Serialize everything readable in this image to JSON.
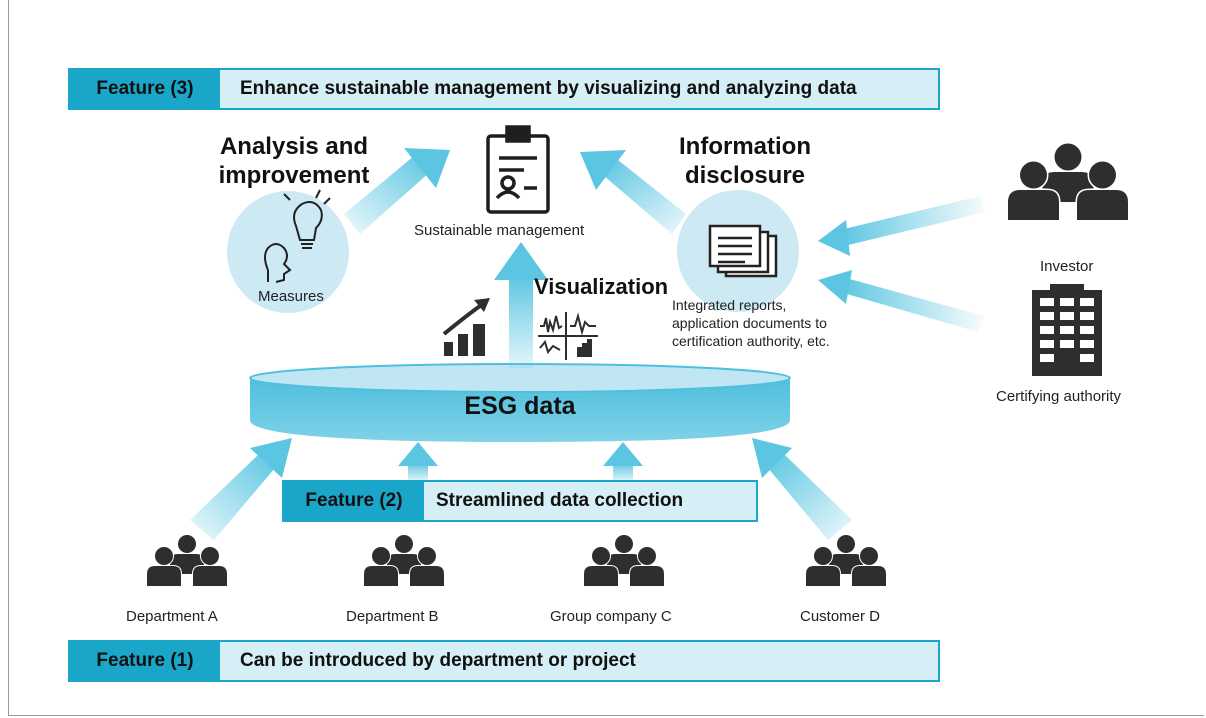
{
  "features": {
    "f3": {
      "tag": "Feature (3)",
      "text": "Enhance sustainable management by visualizing and analyzing data"
    },
    "f2": {
      "tag": "Feature (2)",
      "text": "Streamlined data collection"
    },
    "f1": {
      "tag": "Feature (1)",
      "text": "Can be introduced by department or project"
    }
  },
  "headings": {
    "analysis_line1": "Analysis and",
    "analysis_line2": "improvement",
    "disclosure_line1": "Information",
    "disclosure_line2": "disclosure",
    "visualization": "Visualization"
  },
  "labels": {
    "sustainable_management": "Sustainable management",
    "measures": "Measures",
    "esg_data": "ESG data",
    "reports_line1": "Integrated reports,",
    "reports_line2": "application documents to",
    "reports_line3": "certification authority, etc.",
    "investor": "Investor",
    "certifying_authority": "Certifying authority",
    "dept_a": "Department A",
    "dept_b": "Department B",
    "group_c": "Group company C",
    "customer_d": "Customer D"
  },
  "colors": {
    "accent": "#1aa6c9",
    "light_fill": "#d6eef6",
    "circle_fill": "#cde9f3",
    "icon_dark": "#2e2e2e"
  },
  "icons": [
    "clipboard-icon",
    "lightbulb-icon",
    "person-thinking-icon",
    "growth-chart-icon",
    "waveform-chart-icon",
    "documents-icon",
    "people-group-icon",
    "office-building-icon"
  ]
}
